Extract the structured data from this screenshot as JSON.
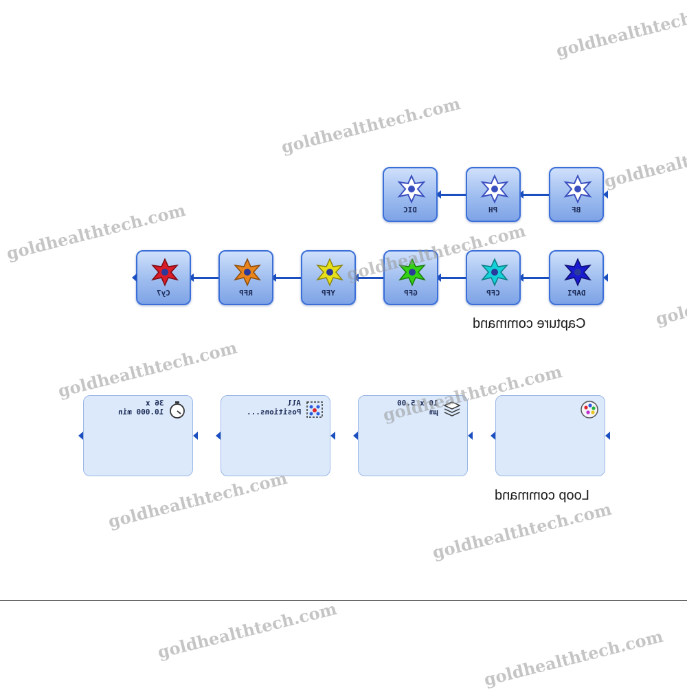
{
  "capture_command": {
    "label": "Capture command",
    "row1": [
      {
        "name": "BF",
        "color": "#3a4fbf"
      },
      {
        "name": "PH",
        "color": "#3a4fbf"
      },
      {
        "name": "DIC",
        "color": "#3a4fbf"
      }
    ],
    "row2": [
      {
        "name": "DAPI",
        "color": "#1a1ad0"
      },
      {
        "name": "CFP",
        "color": "#14d0d8"
      },
      {
        "name": "GFP",
        "color": "#34d214"
      },
      {
        "name": "YFP",
        "color": "#e6e01a"
      },
      {
        "name": "RFP",
        "color": "#e8841c"
      },
      {
        "name": "Cy7",
        "color": "#d81c28"
      }
    ]
  },
  "loop_command": {
    "label": "Loop command",
    "tiles": [
      {
        "icon": "palette-icon",
        "line1": "",
        "line2": ""
      },
      {
        "icon": "z-stack-icon",
        "line1": "10 x 5.00",
        "line2": "µm"
      },
      {
        "icon": "positions-icon",
        "line1": "All",
        "line2": "Positions..."
      },
      {
        "icon": "stopwatch-icon",
        "line1": "36 x",
        "line2": "10.000 min"
      }
    ]
  },
  "watermark": "goldhealthtech.com"
}
